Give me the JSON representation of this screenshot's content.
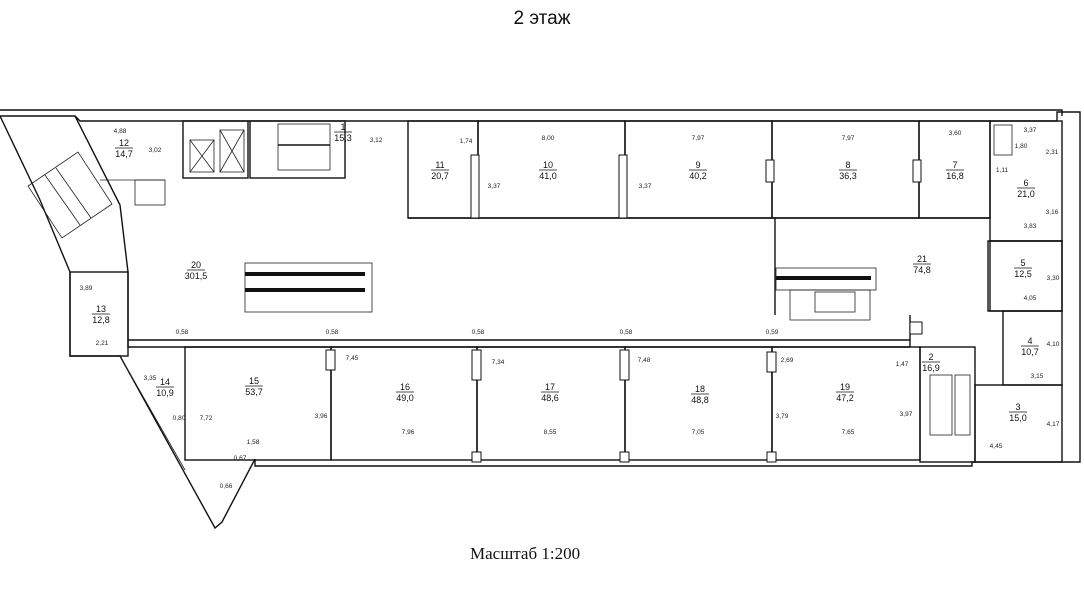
{
  "title": "2 этаж",
  "scale_label": "Масштаб 1:200",
  "rooms": [
    {
      "num": "1",
      "area": "15,3"
    },
    {
      "num": "2",
      "area": "16,9"
    },
    {
      "num": "3",
      "area": "15,0"
    },
    {
      "num": "4",
      "area": "10,7"
    },
    {
      "num": "5",
      "area": "12,5"
    },
    {
      "num": "6",
      "area": "21,0"
    },
    {
      "num": "7",
      "area": "16,8"
    },
    {
      "num": "8",
      "area": "36,3"
    },
    {
      "num": "9",
      "area": "40,2"
    },
    {
      "num": "10",
      "area": "41,0"
    },
    {
      "num": "11",
      "area": "20,7"
    },
    {
      "num": "12",
      "area": "14,7"
    },
    {
      "num": "13",
      "area": "12,8"
    },
    {
      "num": "14",
      "area": "10,9"
    },
    {
      "num": "15",
      "area": "53,7"
    },
    {
      "num": "16",
      "area": "49,0"
    },
    {
      "num": "17",
      "area": "48,6"
    },
    {
      "num": "18",
      "area": "48,8"
    },
    {
      "num": "19",
      "area": "47,2"
    },
    {
      "num": "20",
      "area": "301,5"
    },
    {
      "num": "21",
      "area": "74,8"
    }
  ],
  "dimensions": [
    "4,88",
    "3,02",
    "3,12",
    "1,74",
    "8,00",
    "7,97",
    "7,97",
    "3,60",
    "3,37",
    "1,80",
    "2,31",
    "1,11",
    "3,16",
    "3,37",
    "3,37",
    "3,83",
    "3,89",
    "2,21",
    "0,58",
    "0,58",
    "0,58",
    "0,58",
    "0,59",
    "4,05",
    "3,30",
    "4,10",
    "3,15",
    "3,35",
    "0,80",
    "7,72",
    "1,58",
    "0,67",
    "0,66",
    "7,45",
    "3,96",
    "7,96",
    "7,34",
    "8,55",
    "7,48",
    "7,05",
    "2,69",
    "3,79",
    "7,65",
    "1,47",
    "3,97",
    "4,17",
    "4,45"
  ]
}
